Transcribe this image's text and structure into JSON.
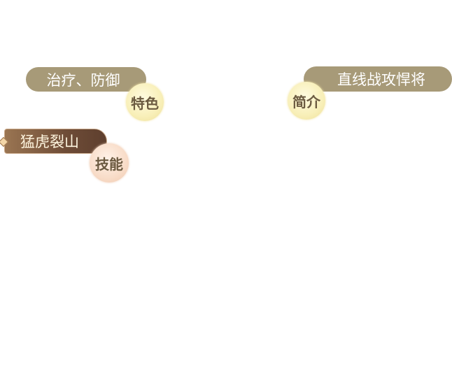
{
  "feature": {
    "text": "治疗、防御",
    "badge": "特色"
  },
  "intro": {
    "text": "直线战攻悍将",
    "badge": "简介"
  },
  "skill": {
    "name": "猛虎裂山",
    "badge": "技能"
  }
}
